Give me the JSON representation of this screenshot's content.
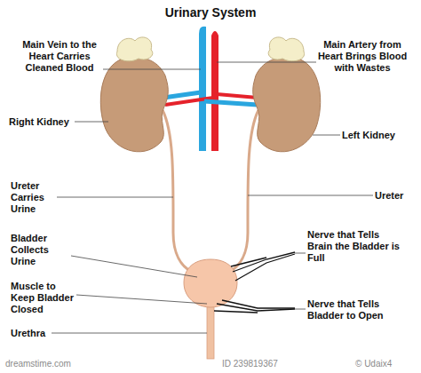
{
  "diagram": {
    "title": "Urinary System",
    "labels": [
      "Main Vein to the Heart Carries Cleaned Blood",
      "Main Artery from Heart Brings Blood with Wastes",
      "Right Kidney",
      "Left Kidney",
      "Ureter Carries Urine",
      "Ureter",
      "Bladder Collects Urine",
      "Nerve that Tells Brain the Bladder is Full",
      "Muscle to Keep Bladder Closed",
      "Nerve that Tells Bladder to Open",
      "Urethra",
      "dreamstime.com",
      "ID 239819367",
      "© Udaix4"
    ]
  }
}
